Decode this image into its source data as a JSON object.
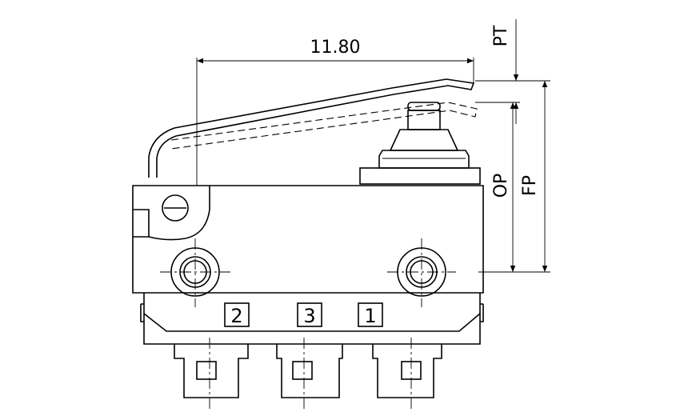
{
  "dimensions": {
    "length_label": "11.80",
    "pt_label": "PT",
    "op_label": "OP",
    "fp_label": "FP"
  },
  "terminals": {
    "left": "2",
    "middle": "3",
    "right": "1"
  }
}
